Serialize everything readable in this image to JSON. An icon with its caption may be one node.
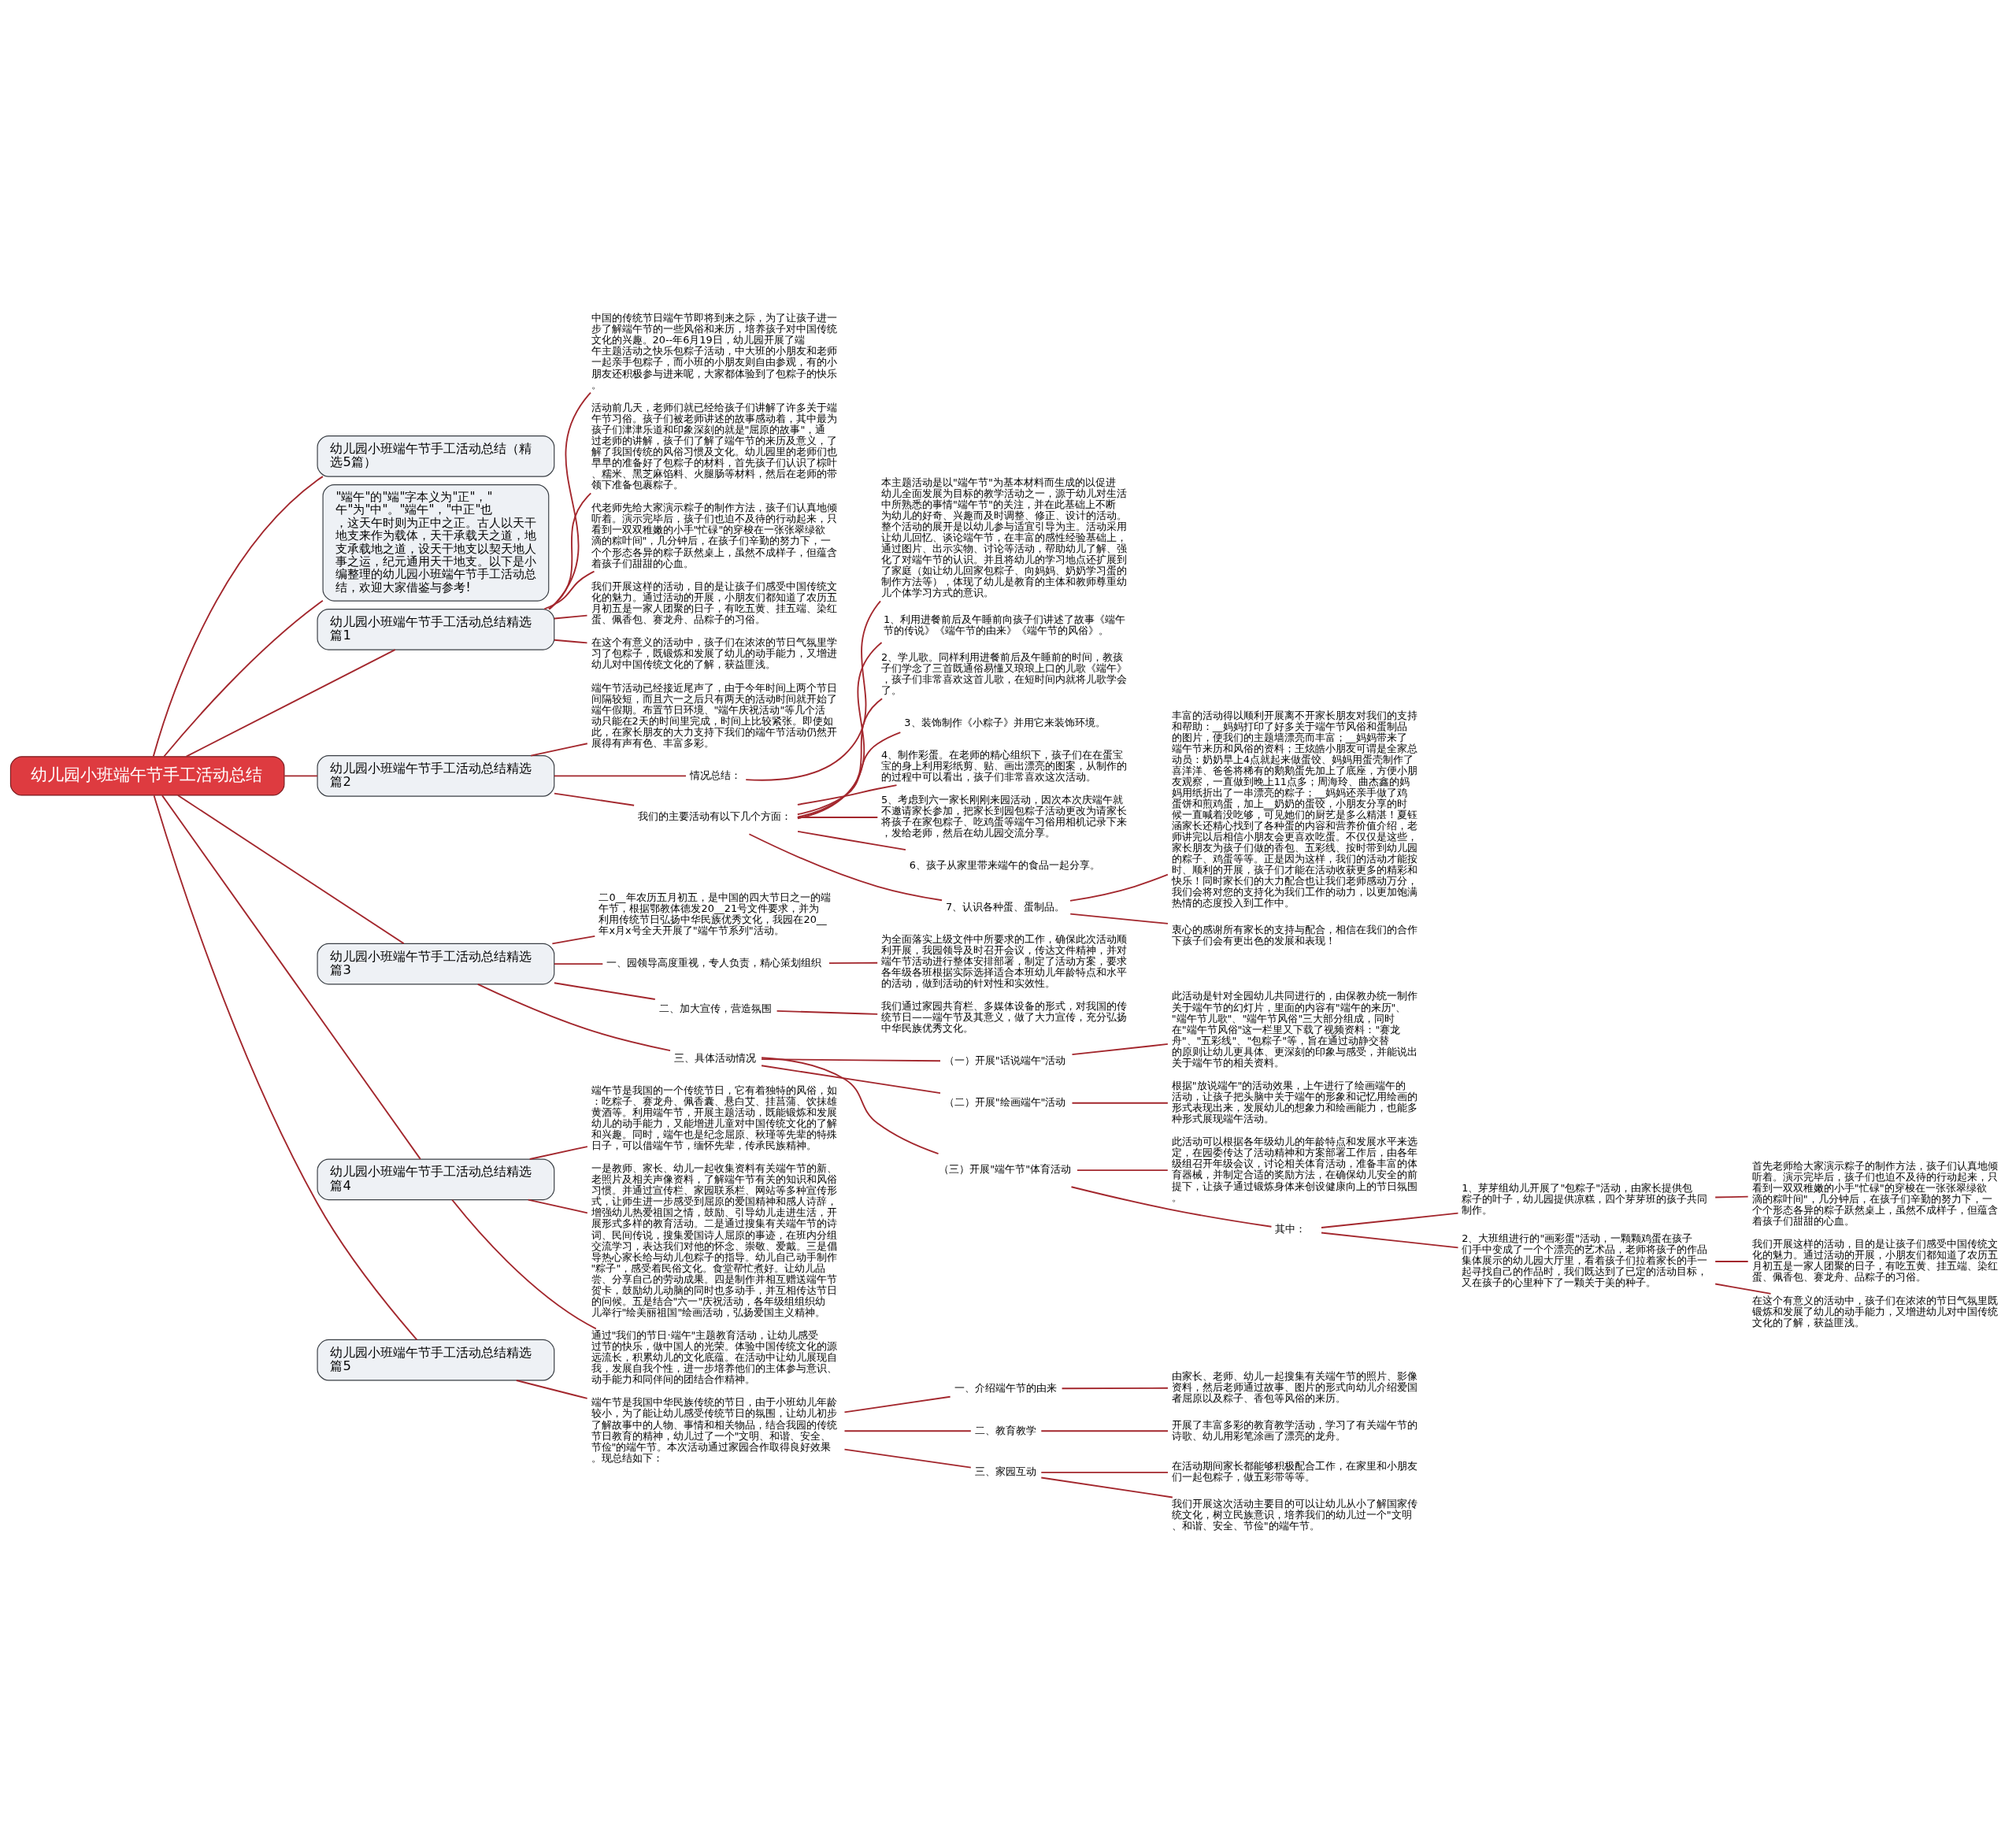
{
  "diagram": {
    "nodes": [
      {
        "text": [
          "幼儿园小班端午节手工活动总结"
        ]
      },
      {
        "text": [
          "幼儿园小班端午节手工活动总结（精选5篇）"
        ]
      },
      {
        "text": [
          "\"端午\"的\"端\"字本义为\"正\"，\"午\"为\"中\"。\"端午\"，\"中正\"也，这天午时则为正中之正。古人以天干地支来作为载体，天干承载天之道，地支承载地之道，设天干地支以契天地人事之运，纪元通用天干地支。以下是小编整理的幼儿园小班端午节手工活动总结，欢迎大家借鉴与参考!"
        ]
      },
      {
        "text": [
          "幼儿园小班端午节手工活动总结精选篇1"
        ]
      },
      {
        "text": [
          "中国的传统节日端午节即将到来之际，为了让孩子进一步了解端午节的一些风俗和来历，培养孩子对中国传统文化的兴趣。20--年6月19日，幼儿园开展了端午主题活动之快乐包粽子活动，中大班的小朋友和老师一起亲手包粽子，而小班的小朋友则自由参观，有的小朋友还积极参与进来呢，大家都体验到了包粽子的快乐。"
        ]
      },
      {
        "text": [
          "活动前几天，老师们就已经给孩子们讲解了许多关于端午节习俗。孩子们被老师讲述的故事感动着，其中最为孩子们津津乐道和印象深刻的就是\"屈原的故事\"，通过老师的讲解，孩子们了解了端午节的来历及意义，了解了我国传统的风俗习惯及文化。幼儿园里的老师们也早早的准备好了包粽子的材料，首先孩子们认识了棕叶、糯米、黑芝麻馅料、火腿肠等材料，然后在老师的带领下准备包裹粽子。"
        ]
      },
      {
        "text": [
          "代老师先给大家演示粽子的制作方法，孩子们认真地倾听着。演示完毕后，孩子们也迫不及待的行动起来，只看到一双双稚嫩的小手\"忙碌\"的穿梭在一张张翠绿欲滴的粽叶间\"，几分钟后，在孩子们辛勤的努力下，一个个形态各异的粽子跃然桌上，虽然不成样子，但蕴含着孩子们甜甜的心血。"
        ]
      },
      {
        "text": [
          "我们开展这样的活动，目的是让孩子们感受中国传统文化的魅力。通过活动的开展，小朋友们都知道了农历五月初五是一家人团聚的日子，有吃五黄、挂五端、染红蛋、佩香包、赛龙舟、品粽子的习俗。"
        ]
      },
      {
        "text": [
          "在这个有意义的活动中，孩子们在浓浓的节日气氛里学习了包粽子，既锻炼和发展了幼儿的动手能力，又增进幼儿对中国传统文化的了解，获益匪浅。"
        ]
      },
      {
        "text": [
          "幼儿园小班端午节手工活动总结精选篇2"
        ]
      },
      {
        "text": [
          "端午节活动已经接近尾声了，由于今年时间上两个节日间隔较短，而且六一之后只有两天的活动时间就开始了端午假期。布置节日环境、\"端午庆祝活动\"等几个活动只能在2天的时间里完成，时间上比较紧张。即使如此，在家长朋友的大力支持下我们的端午节活动仍然开展得有声有色、丰富多彩。"
        ]
      },
      {
        "text": [
          "情况总结："
        ]
      },
      {
        "text": [
          "本主题活动是以\"端午节\"为基本材料而生成的以促进幼儿全面发展为目标的教学活动之一，源于幼儿对生活中所熟悉的事情\"端午节\"的关注，并在此基础上不断为幼儿的好奇、兴趣而及时调整、修正、设计的活动。整个活动的展开是以幼儿参与适宜引导为主。活动采用让幼儿回忆、谈论端午节，在丰富的感性经验基础上，通过图片、出示实物、讨论等活动，帮助幼儿了解、强化了对端午节的认识。并且将幼儿的学习地点还扩展到了家庭（如让幼儿回家包粽子、向妈妈、奶奶学习蛋的制作方法等），体现了幼儿是教育的主体和教师尊重幼儿个体学习方式的意识。"
        ]
      },
      {
        "text": [
          "我们的主要活动有以下几个方面："
        ]
      },
      {
        "text": [
          "1、利用进餐前后及午睡前向孩子们讲述了故事《端午节的传说》《端午节的由来》《端午节的风俗》。"
        ]
      },
      {
        "text": [
          "2、学儿歌。同样利用进餐前后及午睡前的时间，教孩子们学念了三首既通俗易懂又琅琅上口的儿歌《端午》，孩子们非常喜欢这首儿歌，在短时间内就将儿歌学会了。"
        ]
      },
      {
        "text": [
          "3、装饰制作《小粽子》并用它来装饰环境。"
        ]
      },
      {
        "text": [
          "4、制作彩蛋。在老师的精心组织下，孩子们在在蛋宝宝的身上利用彩纸剪、贴、画出漂亮的图案，从制作的的过程中可以看出，孩子们非常喜欢这次活动。"
        ]
      },
      {
        "text": [
          "5、考虑到六一家长刚刚来园活动，因次本次庆端午就不邀请家长参加，把家长到园包粽子活动更改为请家长将孩子在家包粽子、吃鸡蛋等端午习俗用相机记录下来，发给老师，然后在幼儿园交流分享。"
        ]
      },
      {
        "text": [
          "6、孩子从家里带来端午的食品一起分享。"
        ]
      },
      {
        "text": [
          "7、认识各种蛋、蛋制品。"
        ]
      },
      {
        "text": [
          "丰富的活动得以顺利开展离不开家长朋友对我们的支持和帮助：__妈妈打印了好多关于端午节风俗和蛋制品的图片，使我们的主题墙漂亮而丰富；__妈妈带来了端午节来历和风俗的资料；王炫皓小朋友可谓是全家总动员：奶奶早上4点就起来做蛋饺、妈妈用蛋壳制作了喜洋洋、爸爸将稀有的鹅鹅蛋先加上了底座，方便小朋友观察，一直做到晚上11点多；周海玲、曲杰鑫的妈妈用纸折出了一串漂亮的粽子；__妈妈还亲手做了鸡蛋饼和煎鸡蛋，加上__奶奶的蛋饺，小朋友分享的时候一直喊着没吃够，可见她们的厨艺是多么精湛！夏钰涵家长还精心找到了各种蛋的内容和营养价值介绍，老师讲完以后相信小朋友会更喜欢吃蛋。不仅仅是这些，家长朋友为孩子们做的香包、五彩线、按时带到幼儿园的粽子、鸡蛋等等。正是因为这样，我们的活动才能按时、顺利的开展，孩子们才能在活动收获更多的精彩和快乐！同时家长们的大力配合也让我们老师感动万分，我们会将对您的支持化为我们工作的动力，以更加饱满热情的态度投入到工作中。"
        ]
      },
      {
        "text": [
          "衷心的感谢所有家长的支持与配合，相信在我们的合作下孩子们会有更出色的发展和表现！"
        ]
      },
      {
        "text": [
          "幼儿园小班端午节手工活动总结精选篇3"
        ]
      },
      {
        "text": [
          "二0__年农历五月初五，是中国的四大节日之一的端午节，根据鄂教体德发20__21号文件要求，并为利用传统节日弘扬中华民族优秀文化，我园在20__年x月x号全天开展了\"端午节系列\"活动。"
        ]
      },
      {
        "text": [
          "一、园领导高度重视，专人负责，精心策划组织"
        ]
      },
      {
        "text": [
          "为全面落实上级文件中所要求的工作，确保此次活动顺利开展，我园领导及时召开会议，传达文件精神，并对端午节活动进行整体安排部署，制定了活动方案，要求各年级各班根据实际选择适合本班幼儿年龄特点和水平的活动，做到活动的针对性和实效性。"
        ]
      },
      {
        "text": [
          "二、加大宣传，营造氛围"
        ]
      },
      {
        "text": [
          "我们通过家园共育栏、多媒体设备的形式，对我国的传统节日——端午节及其意义，做了大力宣传，充分弘扬中华民族优秀文化。"
        ]
      },
      {
        "text": [
          "三、具体活动情况"
        ]
      },
      {
        "text": [
          "（一）开展\"话说端午\"活动"
        ]
      },
      {
        "text": [
          "此活动是针对全园幼儿共同进行的，由保教办统一制作关于端午节的幻灯片，里面的内容有\"端午的来历\"、\"端午节儿歌\"、\"端午节风俗\"三大部分组成，同时在\"端午节风俗\"这一栏里又下载了视频资料：\"赛龙舟\"、\"五彩线\"、\"包粽子\"等，旨在通过动静交替的原则让幼儿更具体、更深刻的印象与感受，并能说出关于端午节的相关资料。"
        ]
      },
      {
        "text": [
          "（二）开展\"绘画端午\"活动"
        ]
      },
      {
        "text": [
          "根据\"放说端午\"的活动效果，上午进行了绘画端午的活动，让孩子把头脑中关于端午的形象和记忆用绘画的形式表现出来，发展幼儿的想象力和绘画能力，也能多种形式展现端午活动。"
        ]
      },
      {
        "text": [
          "（三）开展\"端午节\"体育活动"
        ]
      },
      {
        "text": [
          "此活动可以根据各年级幼儿的年龄特点和发展水平来选定，在园委传达了活动精神和方案部署工作后，由各年级组召开年级会议，讨论相关体育活动，准备丰富的体育器械，并制定合适的奖励方法，在确保幼儿安全的前提下，让孩子通过锻炼身体来创设健康向上的节日氛围。"
        ]
      },
      {
        "text": [
          "其中："
        ]
      },
      {
        "text": [
          "1、芽芽组幼儿开展了\"包粽子\"活动，由家长提供包粽子的叶子，幼儿园提供凉糕，四个芽芽班的孩子共同制作。"
        ]
      },
      {
        "text": [
          "首先老师给大家演示粽子的制作方法，孩子们认真地倾听着。演示完毕后，孩子们也迫不及待的行动起来，只看到一双双稚嫩的小手\"忙碌\"的穿梭在一张张翠绿欲滴的粽叶间\"，几分钟后，在孩子们辛勤的努力下，一个个形态各异的粽子跃然桌上，虽然不成样子，但蕴含着孩子们甜甜的心血。"
        ]
      },
      {
        "text": [
          "2、大班组进行的\"画彩蛋\"活动，一颗颗鸡蛋在孩子们手中变成了一个个漂亮的艺术品，老师将孩子的作品集体展示的幼儿园大厅里，看着孩子们拉着家长的手一起寻找自己的作品时，我们既达到了已定的活动目标，又在孩子的心里种下了一颗关于美的种子。"
        ]
      },
      {
        "text": [
          "我们开展这样的活动，目的是让孩子们感受中国传统文化的魅力。通过活动的开展，小朋友们都知道了农历五月初五是一家人团聚的日子，有吃五黄、挂五端、染红蛋、佩香包、赛龙舟、品粽子的习俗。"
        ]
      },
      {
        "text": [
          "在这个有意义的活动中，孩子们在浓浓的节日气氛里既锻炼和发展了幼儿的动手能力，又增进幼儿对中国传统文化的了解，获益匪浅。"
        ]
      },
      {
        "text": [
          "幼儿园小班端午节手工活动总结精选篇4"
        ]
      },
      {
        "text": [
          "端午节是我国的一个传统节日，它有着独特的风俗，如：吃粽子、赛龙舟、佩香囊、悬白艾、挂菖蒲、饮抹雄黄酒等。利用端午节，开展主题活动，既能锻炼和发展幼儿的动手能力，又能增进儿童对中国传统文化的了解和兴趣。同时，端午也是纪念屈原、秋瑾等先辈的特殊日子，可以借端午节，缅怀先辈，传承民族精神。"
        ]
      },
      {
        "text": [
          "一是教师、家长、幼儿一起收集资料有关端午节的新、老照片及相关声像资料，了解端午节有关的知识和风俗习惯。并通过宣传栏、家园联系栏、网站等多种宣传形式，让师生进一步感受到屈原的爱国精神和感人诗辞，增强幼儿热爱祖国之情，鼓励、引导幼儿走进生活，开展形式多样的教育活动。二是通过搜集有关端午节的诗词、民间传说，搜集爱国诗人屈原的事迹，在班内分组交流学习，表达我们对他的怀念、崇敬、爱戴。三是倡导热心家长给与幼儿包粽子的指导。幼儿自己动手制作\"粽子\"，感受着民俗文化。食堂帮忙煮好。让幼儿品尝、分享自己的劳动成果。四是制作并相互赠送端午节贺卡，鼓励幼儿动脑的同时也多动手，并互相传达节日的问候。五是结合\"六一\"庆祝活动，各年级组组织幼儿举行\"绘美丽祖国\"绘画活动，弘扬爱国主义精神。"
        ]
      },
      {
        "text": [
          "通过\"我们的节日·端午\"主题教育活动，让幼儿感受过节的快乐，做中国人的光荣。体验中国传统文化的源远流长，积累幼儿的文化底蕴。在活动中让幼儿展现自我，发展自我个性，进一步培养他们的主体参与意识、动手能力和同伴间的团结合作精神。"
        ]
      },
      {
        "text": [
          "幼儿园小班端午节手工活动总结精选篇5"
        ]
      },
      {
        "text": [
          "端午节是我国中华民族传统的节日，由于小班幼儿年龄较小，为了能让幼儿感受传统节日的氛围，让幼儿初步了解故事中的人物、事情和相关物品，结合我园的传统节日教育的精神，幼儿过了一个\"文明、和谐、安全、节俭\"的端午节。本次活动通过家园合作取得良好效果。现总结如下："
        ]
      },
      {
        "text": [
          "一、介绍端午节的由来"
        ]
      },
      {
        "text": [
          "由家长、老师、幼儿一起搜集有关端午节的照片、影像资料，然后老师通过故事、图片的形式向幼儿介绍爱国者屈原以及粽子、香包等风俗的来历。"
        ]
      },
      {
        "text": [
          "二、教育教学"
        ]
      },
      {
        "text": [
          "开展了丰富多彩的教育教学活动，学习了有关端午节的诗歌、幼儿用彩笔涂画了漂亮的龙舟。"
        ]
      },
      {
        "text": [
          "三、家园互动"
        ]
      },
      {
        "text": [
          "在活动期间家长都能够积极配合工作，在家里和小朋友们一起包粽子，做五彩带等等。"
        ]
      },
      {
        "text": [
          "我们开展这次活动主要目的可以让幼儿从小了解国家传统文化，树立民族意识，培养我们的幼儿过一个\"文明、和谐、安全、节俭\"的端午节。"
        ]
      }
    ],
    "edges": [
      {
        "from": 0,
        "to": 1,
        "arrow": "none"
      },
      {
        "from": 0,
        "to": 2,
        "arrow": "none"
      },
      {
        "from": 0,
        "to": 3,
        "arrow": "none"
      },
      {
        "from": 3,
        "to": 4,
        "arrow": "none"
      },
      {
        "from": 3,
        "to": 5,
        "arrow": "none"
      },
      {
        "from": 3,
        "to": 6,
        "arrow": "none"
      },
      {
        "from": 3,
        "to": 7,
        "arrow": "none"
      },
      {
        "from": 3,
        "to": 8,
        "arrow": "none"
      },
      {
        "from": 0,
        "to": 9,
        "arrow": "none"
      },
      {
        "from": 9,
        "to": 10,
        "arrow": "none"
      },
      {
        "from": 9,
        "to": 11,
        "arrow": "none"
      },
      {
        "from": 11,
        "to": 12,
        "arrow": "none"
      },
      {
        "from": 9,
        "to": 13,
        "arrow": "none"
      },
      {
        "from": 13,
        "to": 14,
        "arrow": "none"
      },
      {
        "from": 13,
        "to": 15,
        "arrow": "none"
      },
      {
        "from": 13,
        "to": 16,
        "arrow": "none"
      },
      {
        "from": 13,
        "to": 17,
        "arrow": "none"
      },
      {
        "from": 13,
        "to": 18,
        "arrow": "none"
      },
      {
        "from": 13,
        "to": 19,
        "arrow": "none"
      },
      {
        "from": 13,
        "to": 20,
        "arrow": "none"
      },
      {
        "from": 20,
        "to": 21,
        "arrow": "none"
      },
      {
        "from": 20,
        "to": 22,
        "arrow": "none"
      },
      {
        "from": 0,
        "to": 23,
        "arrow": "none"
      },
      {
        "from": 23,
        "to": 24,
        "arrow": "none"
      },
      {
        "from": 23,
        "to": 25,
        "arrow": "none"
      },
      {
        "from": 25,
        "to": 26,
        "arrow": "none"
      },
      {
        "from": 23,
        "to": 27,
        "arrow": "none"
      },
      {
        "from": 27,
        "to": 28,
        "arrow": "none"
      },
      {
        "from": 23,
        "to": 29,
        "arrow": "none"
      },
      {
        "from": 29,
        "to": 30,
        "arrow": "none"
      },
      {
        "from": 30,
        "to": 31,
        "arrow": "none"
      },
      {
        "from": 29,
        "to": 32,
        "arrow": "none"
      },
      {
        "from": 32,
        "to": 33,
        "arrow": "none"
      },
      {
        "from": 29,
        "to": 34,
        "arrow": "none"
      },
      {
        "from": 34,
        "to": 35,
        "arrow": "none"
      },
      {
        "from": 34,
        "to": 36,
        "arrow": "none"
      },
      {
        "from": 36,
        "to": 37,
        "arrow": "none"
      },
      {
        "from": 37,
        "to": 38,
        "arrow": "none"
      },
      {
        "from": 36,
        "to": 39,
        "arrow": "none"
      },
      {
        "from": 39,
        "to": 40,
        "arrow": "none"
      },
      {
        "from": 39,
        "to": 41,
        "arrow": "none"
      },
      {
        "from": 0,
        "to": 42,
        "arrow": "none"
      },
      {
        "from": 42,
        "to": 43,
        "arrow": "none"
      },
      {
        "from": 42,
        "to": 44,
        "arrow": "none"
      },
      {
        "from": 42,
        "to": 45,
        "arrow": "none"
      },
      {
        "from": 0,
        "to": 46,
        "arrow": "none"
      },
      {
        "from": 46,
        "to": 47,
        "arrow": "none"
      },
      {
        "from": 47,
        "to": 48,
        "arrow": "none"
      },
      {
        "from": 48,
        "to": 49,
        "arrow": "none"
      },
      {
        "from": 47,
        "to": 50,
        "arrow": "none"
      },
      {
        "from": 50,
        "to": 51,
        "arrow": "none"
      },
      {
        "from": 47,
        "to": 52,
        "arrow": "none"
      },
      {
        "from": 52,
        "to": 53,
        "arrow": "none"
      },
      {
        "from": 52,
        "to": 54,
        "arrow": "none"
      }
    ]
  }
}
